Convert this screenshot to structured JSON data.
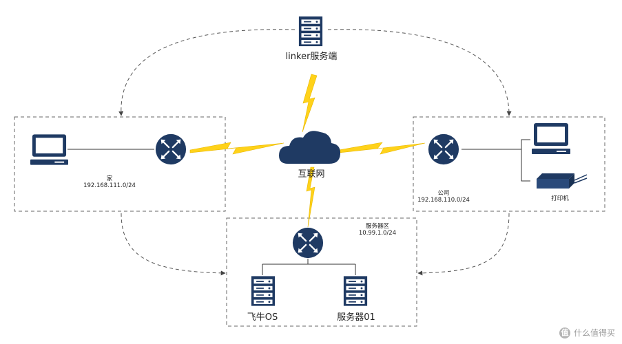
{
  "server": {
    "label": "linker服务端"
  },
  "internet": {
    "label": "互联网"
  },
  "home": {
    "name": "家",
    "subnet": "192.168.111.0/24"
  },
  "office": {
    "name": "公司",
    "subnet": "192.168.110.0/24",
    "printer_label": "打印机"
  },
  "server_zone": {
    "name": "服务器区",
    "subnet": "10.99.1.0/24",
    "hosts": [
      {
        "label": "飞牛OS"
      },
      {
        "label": "服务器01"
      }
    ]
  },
  "watermark": {
    "badge": "值",
    "text": "什么值得买"
  },
  "colors": {
    "node": "#1f3a63",
    "link": "#ffd21a",
    "line": "#333333",
    "dash": "#555555"
  }
}
